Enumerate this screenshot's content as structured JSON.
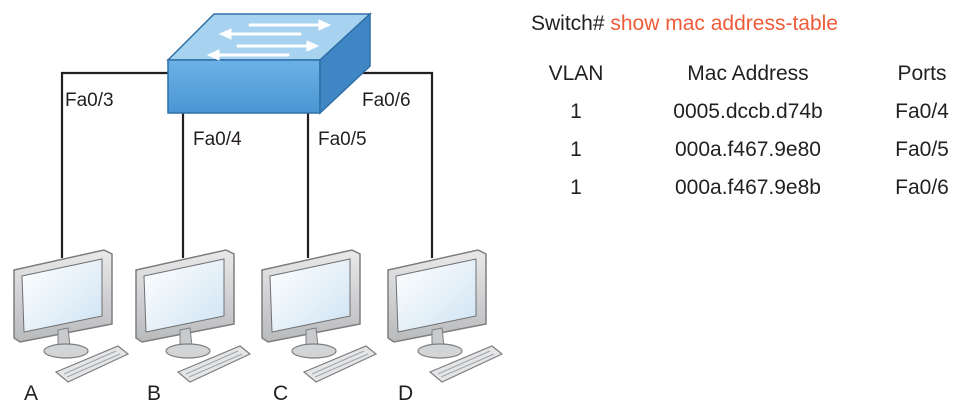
{
  "ports": [
    "Fa0/3",
    "Fa0/4",
    "Fa0/5",
    "Fa0/6"
  ],
  "hosts": [
    "A",
    "B",
    "C",
    "D"
  ],
  "cli": {
    "prompt": "Switch#",
    "command": "show mac address-table"
  },
  "mac_table": {
    "headers": [
      "VLAN",
      "Mac Address",
      "Ports"
    ],
    "rows": [
      {
        "vlan": "1",
        "mac": "0005.dccb.d74b",
        "port": "Fa0/4"
      },
      {
        "vlan": "1",
        "mac": "000a.f467.9e80",
        "port": "Fa0/5"
      },
      {
        "vlan": "1",
        "mac": "000a.f467.9e8b",
        "port": "Fa0/6"
      }
    ]
  },
  "colors": {
    "switch_front": "#5aa5de",
    "switch_top": "#a8d3f0",
    "switch_side": "#3f86c4",
    "command": "#ef5b3a",
    "text": "#231f20"
  }
}
